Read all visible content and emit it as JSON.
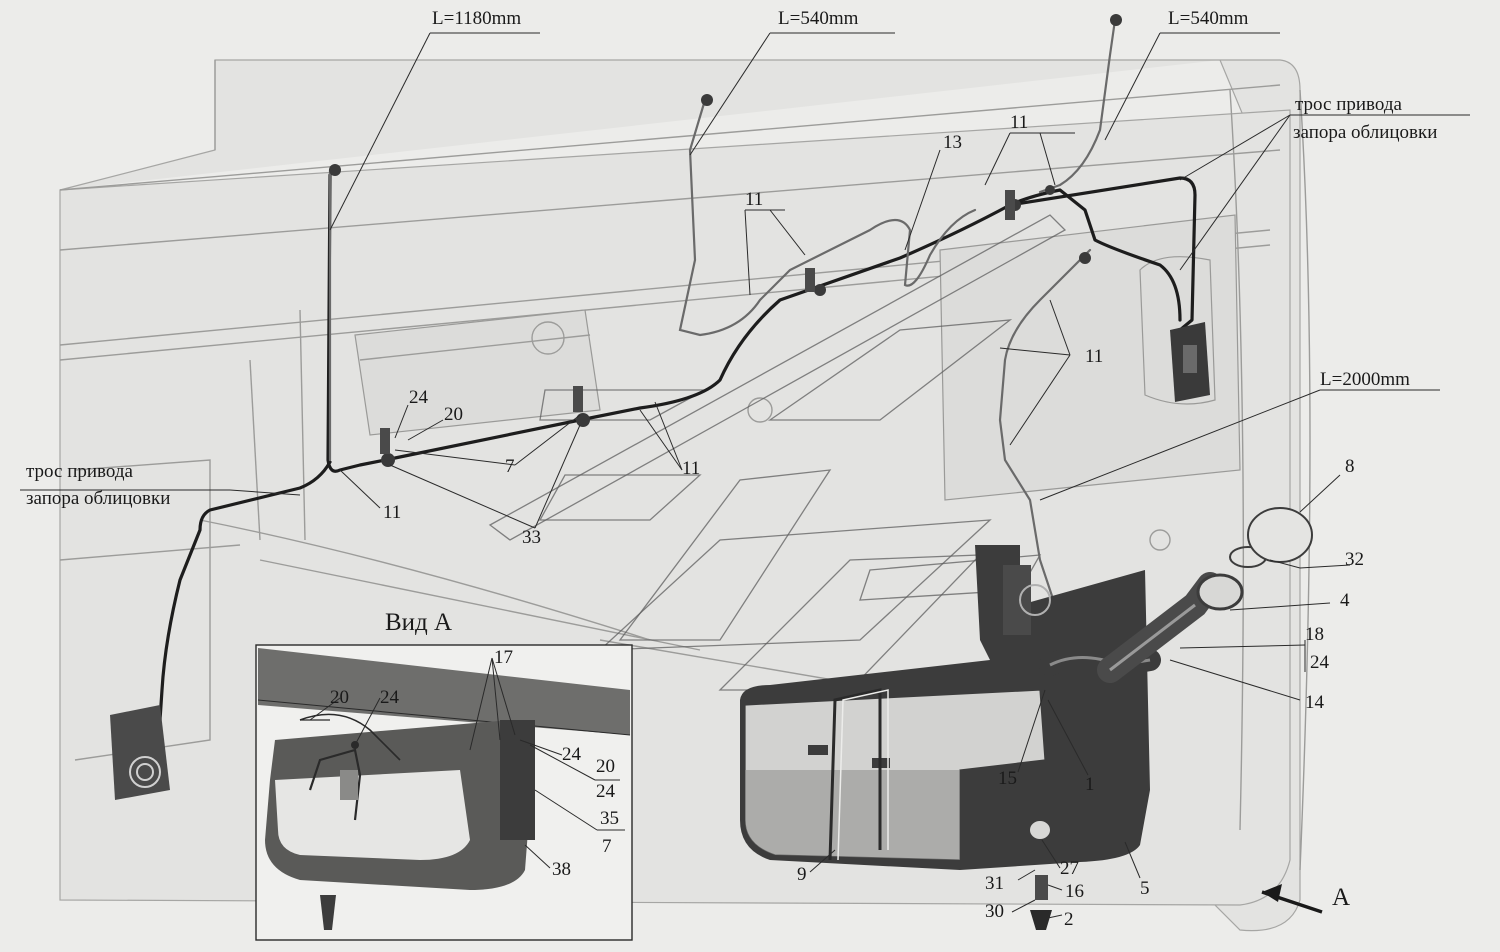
{
  "labels": {
    "l1180": "L=1180mm",
    "l540a": "L=540mm",
    "l540b": "L=540mm",
    "l2000": "L=2000mm",
    "cable_right_1": "трос привода",
    "cable_right_2": "запора облицовки",
    "cable_left_1": "трос привода",
    "cable_left_2": "запора облицовки",
    "view_a": "Вид А",
    "arrow_a": "А"
  },
  "parts": {
    "p1": "1",
    "p2": "2",
    "p4": "4",
    "p5": "5",
    "p7a": "7",
    "p7b": "7",
    "p8": "8",
    "p9": "9",
    "p11a": "11",
    "p11b": "11",
    "p11c": "11",
    "p11d": "11",
    "p11e": "11",
    "p13": "13",
    "p14": "14",
    "p15": "15",
    "p16": "16",
    "p17": "17",
    "p18": "18",
    "p20a": "20",
    "p20b": "20",
    "p20c": "20",
    "p24a": "24",
    "p24b": "24",
    "p24c": "24",
    "p24d": "24",
    "p24e": "24",
    "p24f": "24",
    "p27": "27",
    "p30": "30",
    "p31": "31",
    "p32": "32",
    "p33": "33",
    "p35": "35",
    "p38": "38"
  },
  "colors": {
    "background": "#ececea",
    "cab": "#e3e3e1",
    "tank": "#3c3c3c",
    "cable": "#1d1d1d"
  }
}
